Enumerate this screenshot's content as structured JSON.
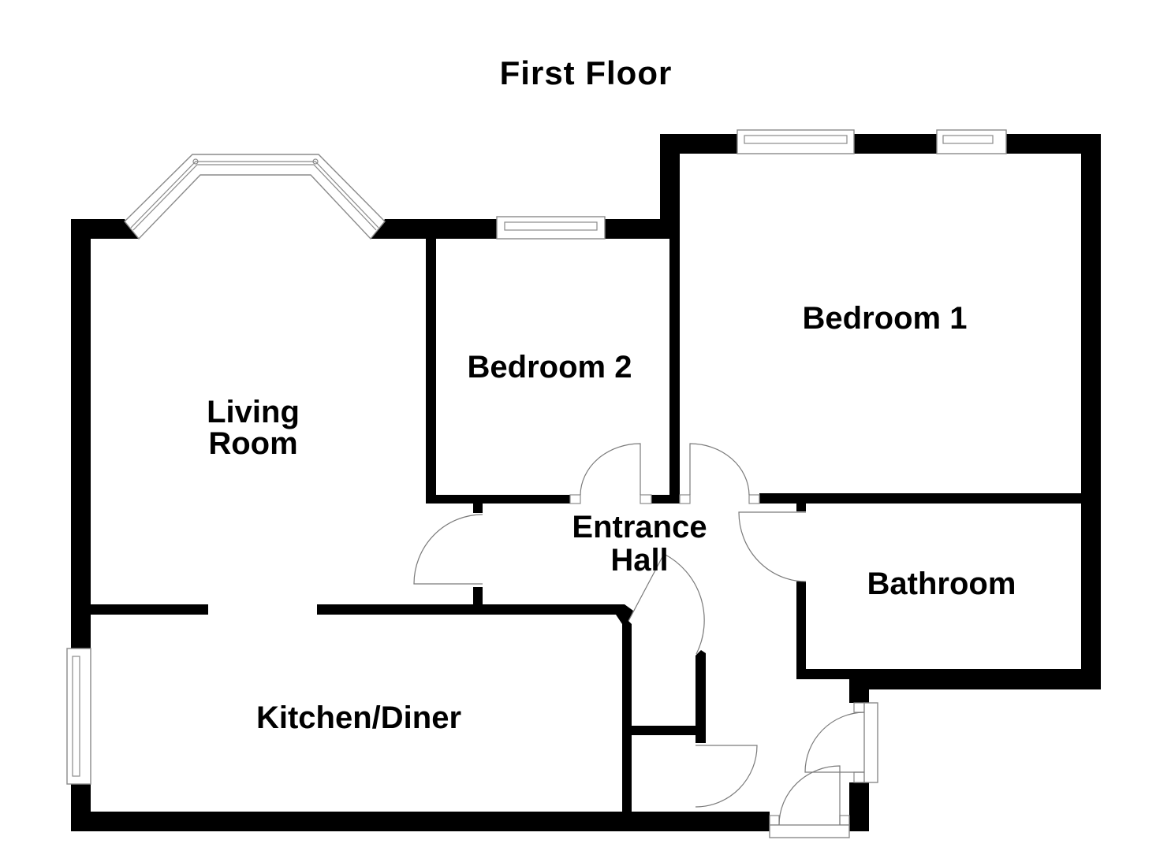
{
  "title": "First Floor",
  "rooms": {
    "living_room": {
      "line1": "Living",
      "line2": "Room"
    },
    "bedroom_2": {
      "label": "Bedroom 2"
    },
    "bedroom_1": {
      "label": "Bedroom 1"
    },
    "entrance_hall": {
      "line1": "Entrance",
      "line2": "Hall"
    },
    "bathroom": {
      "label": "Bathroom"
    },
    "kitchen_diner": {
      "label": "Kitchen/Diner"
    }
  },
  "colors": {
    "wall": "#000000",
    "window_stroke": "#8a8a8a",
    "door_stroke": "#7a7a7a",
    "background": "#ffffff"
  }
}
